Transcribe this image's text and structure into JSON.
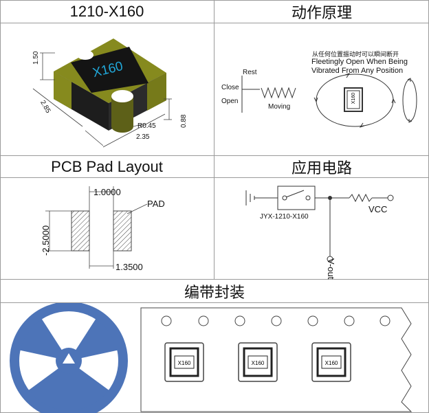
{
  "sections": {
    "model_title": "1210-X160",
    "principle_title": "动作原理",
    "pcb_title": "PCB Pad Layout",
    "circuit_title": "应用电路",
    "packaging_title": "编带封装"
  },
  "part": {
    "marking": "X160",
    "dims": {
      "height": "1.50",
      "length": "2.85",
      "width": "2.35",
      "radius": "R0.45",
      "thickness": "0.88"
    }
  },
  "principle": {
    "rest": "Rest",
    "close": "Close",
    "open": "Open",
    "moving": "Moving",
    "desc_cn": "从任何位置振动时可以瞬间断开",
    "desc_en_1": "Fleetingly Open When Being",
    "desc_en_2": "Vibrated From Any Position",
    "marking": "X160"
  },
  "pcb": {
    "pad_label": "PAD",
    "dim_gap": "1.0000",
    "dim_height": "-2.5000",
    "dim_width": "1.3500"
  },
  "circuit": {
    "part_name": "JYX-1210-X160",
    "vcc": "VCC",
    "vout": "V-out"
  },
  "tape": {
    "markings": [
      "X160",
      "X160",
      "X160"
    ]
  },
  "colors": {
    "body": "#1d1d1d",
    "contact": "#868a1e",
    "reel": "#4d74b8",
    "line": "#444444"
  }
}
